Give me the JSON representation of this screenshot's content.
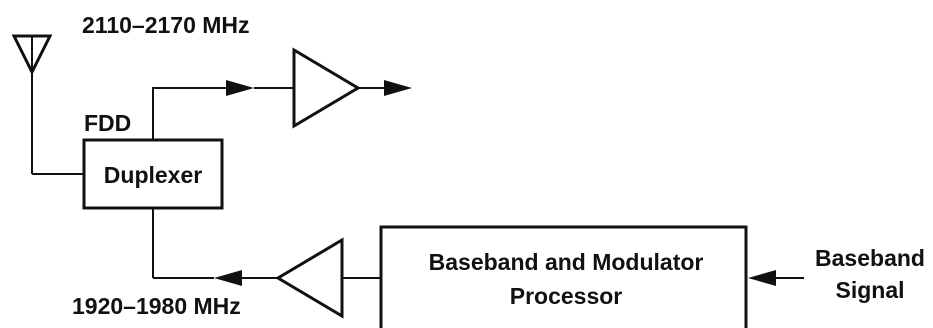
{
  "rx_band_label": "2110–2170 MHz",
  "tx_band_label": "1920–1980 MHz",
  "fdd_label": "FDD",
  "duplexer_label": "Duplexer",
  "processor_label_line1": "Baseband and Modulator",
  "processor_label_line2": "Processor",
  "baseband_signal_line1": "Baseband",
  "baseband_signal_line2": "Signal",
  "colors": {
    "stroke": "#111111",
    "background": "#ffffff"
  }
}
